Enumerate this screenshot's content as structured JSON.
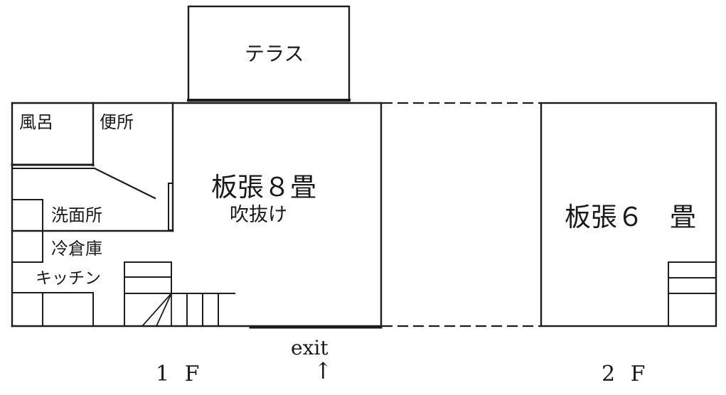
{
  "floor1": {
    "label": "1 F",
    "rooms": {
      "terrace": "テラス",
      "bath": "風呂",
      "toilet": "便所",
      "washroom": "洗面所",
      "fridge": "冷倉庫",
      "kitchen": "キッチン",
      "living": "板張８畳",
      "living_sub": "吹抜け"
    },
    "exit_label": "exit",
    "exit_arrow": "↑"
  },
  "floor2": {
    "label": "2 F",
    "room": "板張６　畳"
  }
}
